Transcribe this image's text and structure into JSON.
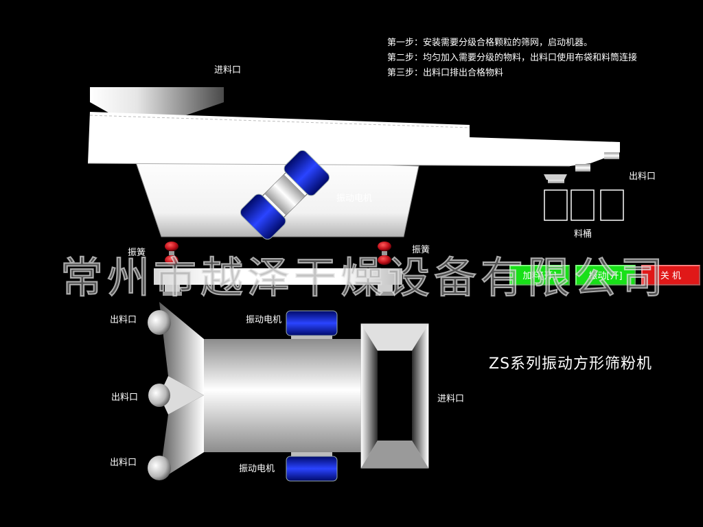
{
  "steps": [
    "第一步：安装需要分级合格颗粒的筛网，启动机器。",
    "第二步：均匀加入需要分级的物料，出料口使用布袋和料筒连接",
    "第三步：出料口排出合格物料"
  ],
  "labels": {
    "inlet_top": "进料口",
    "outlet_right": "出料口",
    "bucket": "料桶",
    "motor_side": "振动电机",
    "spring_left": "振簧",
    "spring_right": "振簧",
    "outlet_1": "出料口",
    "outlet_2": "出料口",
    "outlet_3": "出料口",
    "motor_top": "振动电机",
    "motor_bottom": "振动电机",
    "inlet_plan": "进料口"
  },
  "title": "ZS系列振动方形筛粉机",
  "watermark": "常州市越泽干燥设备有限公司",
  "controls": {
    "feed_on": "加料[开]",
    "vibrate_on": "振动[开]",
    "stop": "关  机"
  },
  "colors": {
    "background": "#000000",
    "motor_blue": "#0a1fc8",
    "spring_red": "#c0101a",
    "on_green": "#18e018",
    "off_red": "#e01818"
  }
}
